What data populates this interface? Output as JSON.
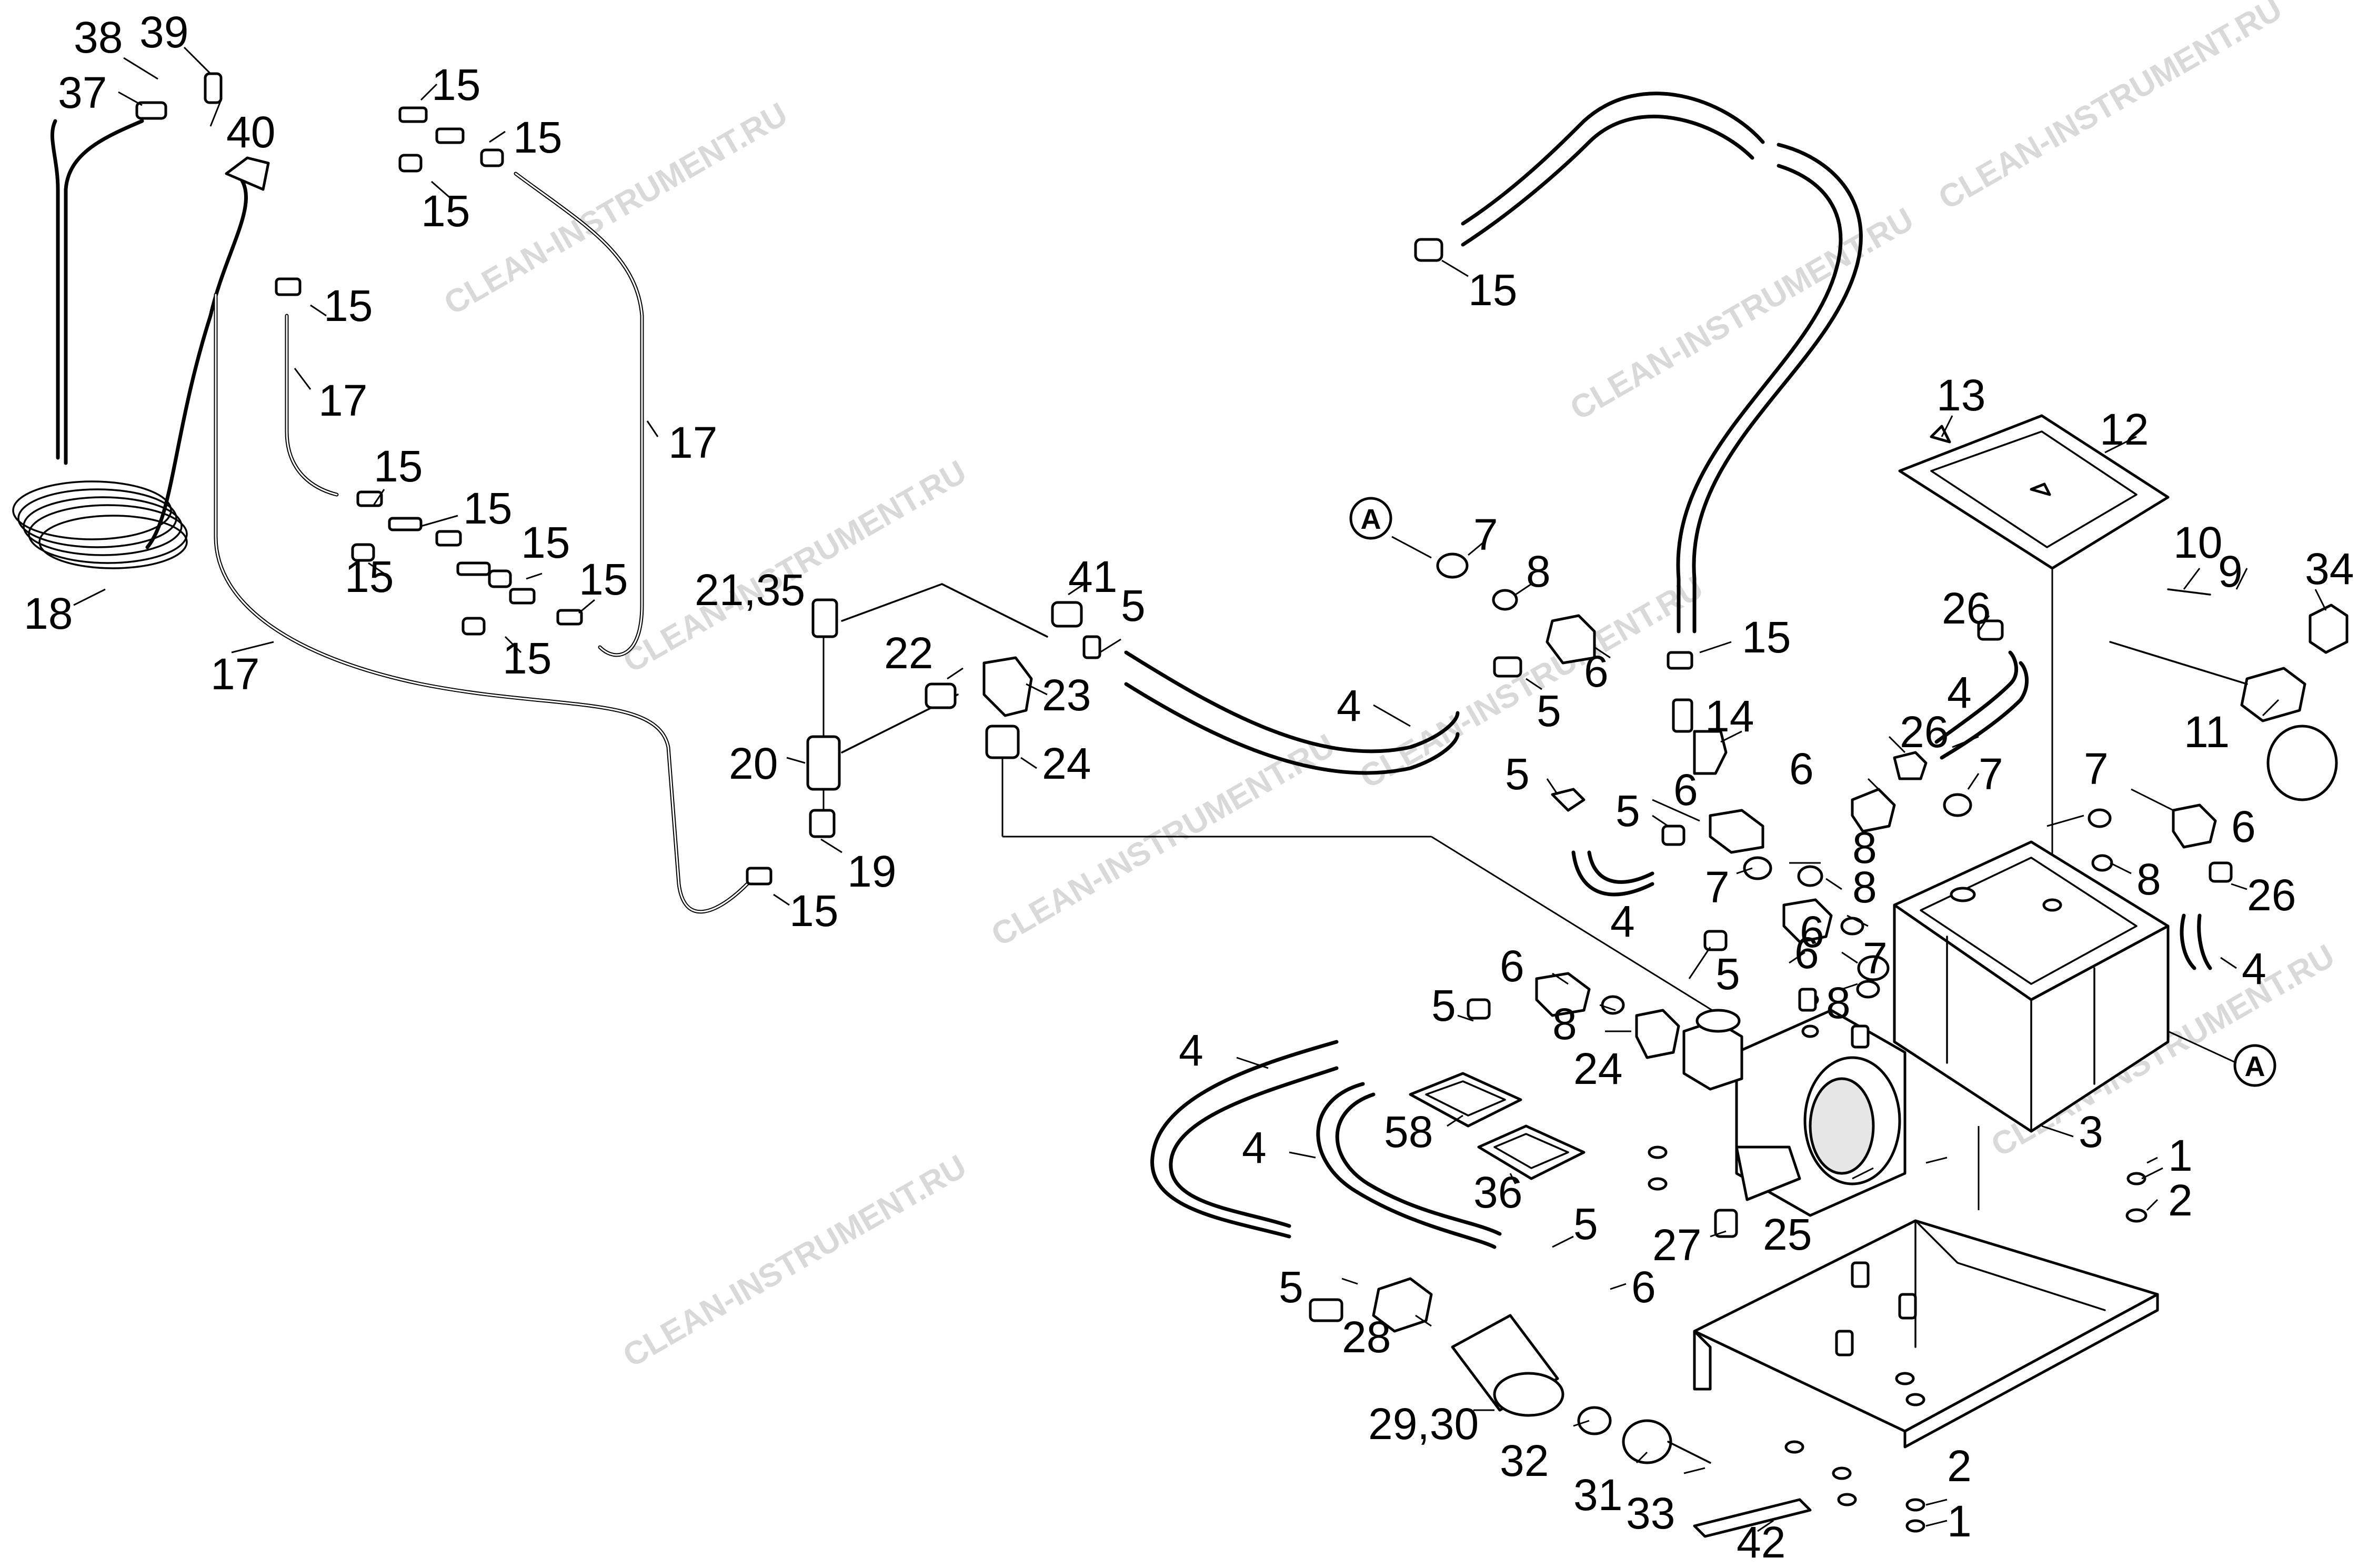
{
  "watermark": "CLEAN-INSTRUMENT.RU",
  "reference_marker": "A",
  "colors": {
    "ink": "#000000",
    "background": "#ffffff",
    "watermark": "#d9d9d9"
  },
  "labels": {
    "l38": "38",
    "l39": "39",
    "l37": "37",
    "l40": "40",
    "l18": "18",
    "l15_a": "15",
    "l15_b": "15",
    "l15_c": "15",
    "l15_d": "15",
    "l15_e": "15",
    "l15_f": "15",
    "l15_g": "15",
    "l15_h": "15",
    "l15_i": "15",
    "l15_j": "15",
    "l15_k": "15",
    "l15_l": "15",
    "l17_a": "17",
    "l17_b": "17",
    "l17_c": "17",
    "l21_35": "21,35",
    "l22": "22",
    "l23": "23",
    "l24_a": "24",
    "l20": "20",
    "l19": "19",
    "l41": "41",
    "l5_a": "5",
    "l4_a": "4",
    "l7_a": "7",
    "l8_a": "8",
    "l6_a": "6",
    "l5_b": "5",
    "l14": "14",
    "l26_a": "26",
    "l4_b": "4",
    "l26_b": "26",
    "l6_b": "6",
    "l7_b": "7",
    "l13": "13",
    "l12": "12",
    "l10": "10",
    "l9": "9",
    "l34": "34",
    "l11": "11",
    "l5_c": "5",
    "l5_d": "5",
    "l6_c": "6",
    "l7_c": "7",
    "l8_b": "8",
    "l6_d": "6",
    "l8_c": "8",
    "l7_d": "7",
    "l6_e": "6",
    "l26_c": "26",
    "l4_c": "4",
    "l8_d": "8",
    "l6_f": "6",
    "l7_e": "7",
    "l8_e": "8",
    "l4_d": "4",
    "l5_e": "5",
    "l6_g": "6",
    "l8_f": "8",
    "l24_b": "24",
    "l5_f": "5",
    "l3": "3",
    "l4_e": "4",
    "l4_f": "4",
    "l58": "58",
    "l36": "36",
    "l1_a": "1",
    "l2_a": "2",
    "l27": "27",
    "l25": "25",
    "l5_g": "5",
    "l5_h": "5",
    "l6_h": "6",
    "l28": "28",
    "l29_30": "29,30",
    "l32": "32",
    "l31": "31",
    "l33": "33",
    "l42": "42",
    "l2_b": "2",
    "l1_b": "1"
  }
}
